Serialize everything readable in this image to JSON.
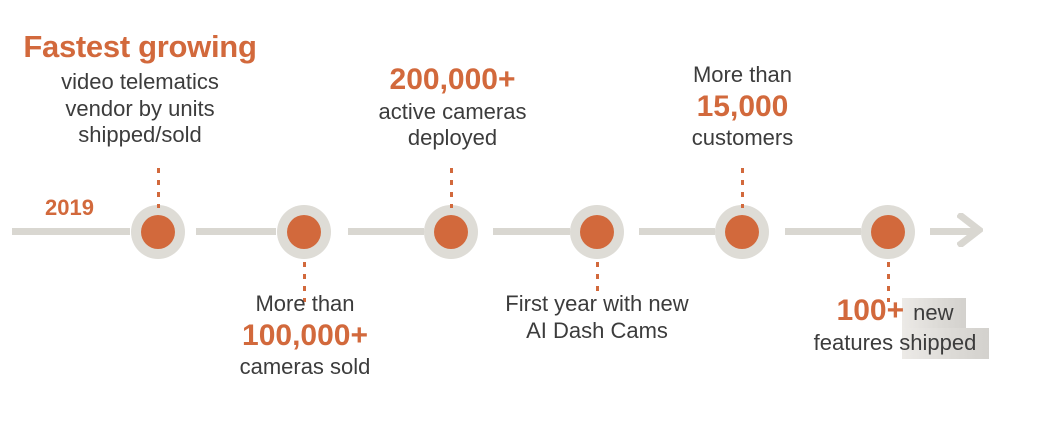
{
  "colors": {
    "accent": "#d2693c",
    "text": "#3c3c3c",
    "track": "#d9d7d1",
    "node_ring": "#dedcd6",
    "highlight": "#dddbd7"
  },
  "timeline": {
    "start_year": "2019",
    "arrow_icon": "arrow-right-icon",
    "node_count": 6
  },
  "callouts": [
    {
      "position": "above",
      "node_index": 1,
      "lines": [
        {
          "text": "Fastest growing",
          "style": "accent-bold-large"
        },
        {
          "text": "video telematics",
          "style": "plain"
        },
        {
          "text": "vendor by units",
          "style": "plain"
        },
        {
          "text": "shipped/sold",
          "style": "plain"
        }
      ]
    },
    {
      "position": "below",
      "node_index": 2,
      "lines": [
        {
          "text": "More than",
          "style": "plain"
        },
        {
          "text": "100,000+",
          "style": "accent-bold"
        },
        {
          "text": "cameras sold",
          "style": "plain"
        }
      ]
    },
    {
      "position": "above",
      "node_index": 3,
      "lines": [
        {
          "text": "200,000+",
          "style": "accent-bold"
        },
        {
          "text": "active cameras",
          "style": "plain"
        },
        {
          "text": "deployed",
          "style": "plain"
        }
      ]
    },
    {
      "position": "below",
      "node_index": 4,
      "lines": [
        {
          "text": "First year with new",
          "style": "plain"
        },
        {
          "text": "AI Dash Cams",
          "style": "plain"
        }
      ]
    },
    {
      "position": "above",
      "node_index": 5,
      "lines": [
        {
          "text": "More than",
          "style": "plain"
        },
        {
          "text": "15,000",
          "style": "accent-bold"
        },
        {
          "text": "customers",
          "style": "plain"
        }
      ]
    },
    {
      "position": "below",
      "node_index": 6,
      "highlighted": true,
      "lines": [
        {
          "text": "100+",
          "style": "accent-bold"
        },
        {
          "text": "new",
          "style": "plain"
        },
        {
          "text": "features shipped",
          "style": "plain"
        }
      ]
    }
  ],
  "text": {
    "c1_headline": "Fastest growing",
    "c1_l2": "video telematics",
    "c1_l3": "vendor by units",
    "c1_l4": "shipped/sold",
    "c2_l1": "More than",
    "c2_num": "100,000+",
    "c2_l3": "cameras sold",
    "c3_num": "200,000+",
    "c3_l2": "active cameras",
    "c3_l3": "deployed",
    "c4_l1": "First year with new",
    "c4_l2": "AI Dash Cams",
    "c5_l1": "More than",
    "c5_num": "15,000",
    "c5_l3": "customers",
    "c6_num": "100+",
    "c6_word": "new",
    "c6_l2": "features shipped",
    "year": "2019"
  }
}
